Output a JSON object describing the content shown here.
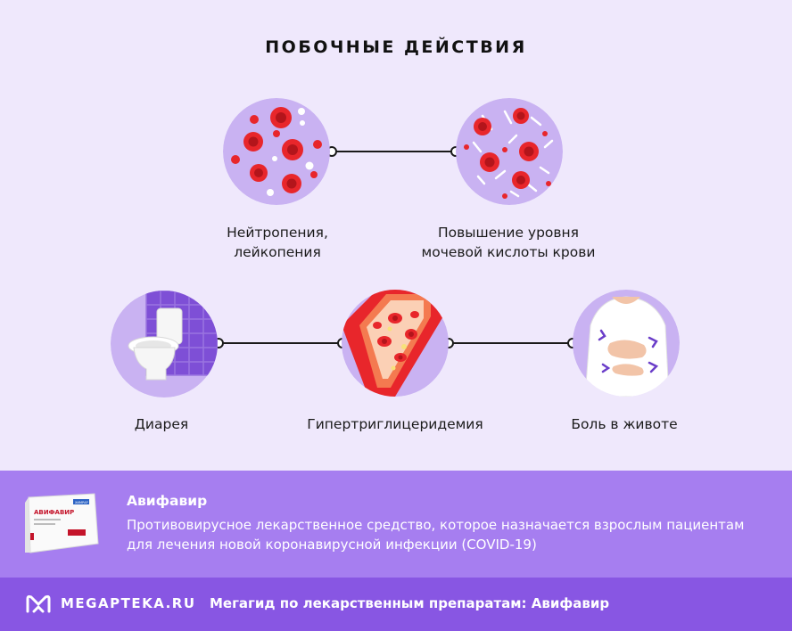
{
  "title": "ПОБОЧНЫЕ ДЕЙСТВИЯ",
  "effects": [
    {
      "label_line1": "Нейтропения,",
      "label_line2": "лейкопения",
      "icon": "blood-cells-icon"
    },
    {
      "label_line1": "Повышение уровня",
      "label_line2": "мочевой кислоты крови",
      "icon": "uric-acid-crystals-icon"
    },
    {
      "label": "Диарея",
      "icon": "toilet-icon"
    },
    {
      "label": "Гипертриглицеридемия",
      "icon": "blood-vessel-icon"
    },
    {
      "label": "Боль в животе",
      "icon": "stomach-pain-icon"
    }
  ],
  "drug": {
    "name": "Авифавир",
    "description": "Противовирусное лекарственное средство, которое назначается взрослым пациентам для лечения новой коронавирусной инфекции (COVID-19)",
    "package_title": "АВИФАВИР",
    "package_brand": "ХИМРАР"
  },
  "footer": {
    "brand": "MEGAPTEKA.RU",
    "text": "Мегагид по лекарственным препаратам: Авифавир"
  },
  "colors": {
    "background": "#efe8fc",
    "info_band": "#a67ef0",
    "footer_band": "#8856e3",
    "circle": "#c9b2f2",
    "blood": "#e8262b"
  }
}
